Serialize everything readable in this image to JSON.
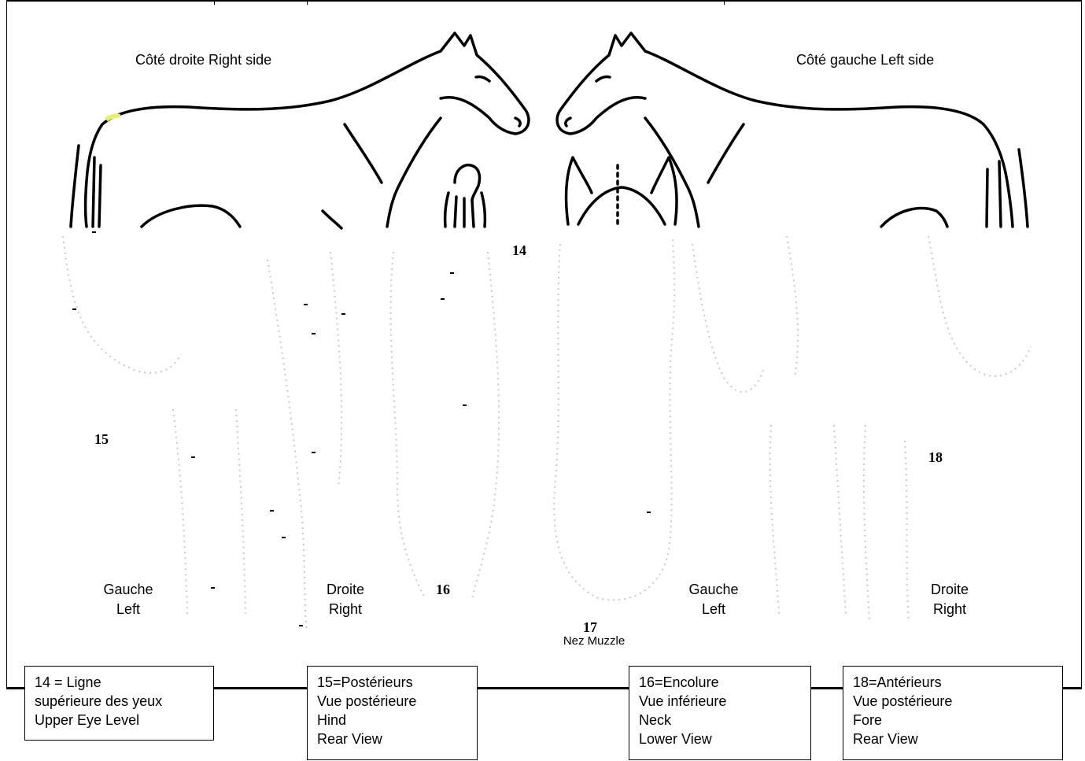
{
  "sides": {
    "right": "Côté droite Right side",
    "left": "Côté gauche Left side"
  },
  "numbers": {
    "n14": "14",
    "n15": "15",
    "n16": "16",
    "n17": "17",
    "n18": "18"
  },
  "hind_view": {
    "left_line1": "Gauche",
    "left_line2": "Left",
    "right_line1": "Droite",
    "right_line2": "Right"
  },
  "fore_view": {
    "left_line1": "Gauche",
    "left_line2": "Left",
    "right_line1": "Droite",
    "right_line2": "Right"
  },
  "muzzle_label": "Nez Muzzle",
  "legend": {
    "box14": [
      "14 = Ligne",
      "supérieure des yeux",
      "Upper Eye Level"
    ],
    "box15": [
      "15=Postérieurs",
      "Vue postérieure",
      "Hind",
      "Rear View"
    ],
    "box16": [
      "16=Encolure",
      "Vue inférieure",
      "Neck",
      "Lower View"
    ],
    "box18": [
      "18=Antérieurs",
      "Vue postérieure",
      "Fore",
      "Rear View"
    ]
  }
}
